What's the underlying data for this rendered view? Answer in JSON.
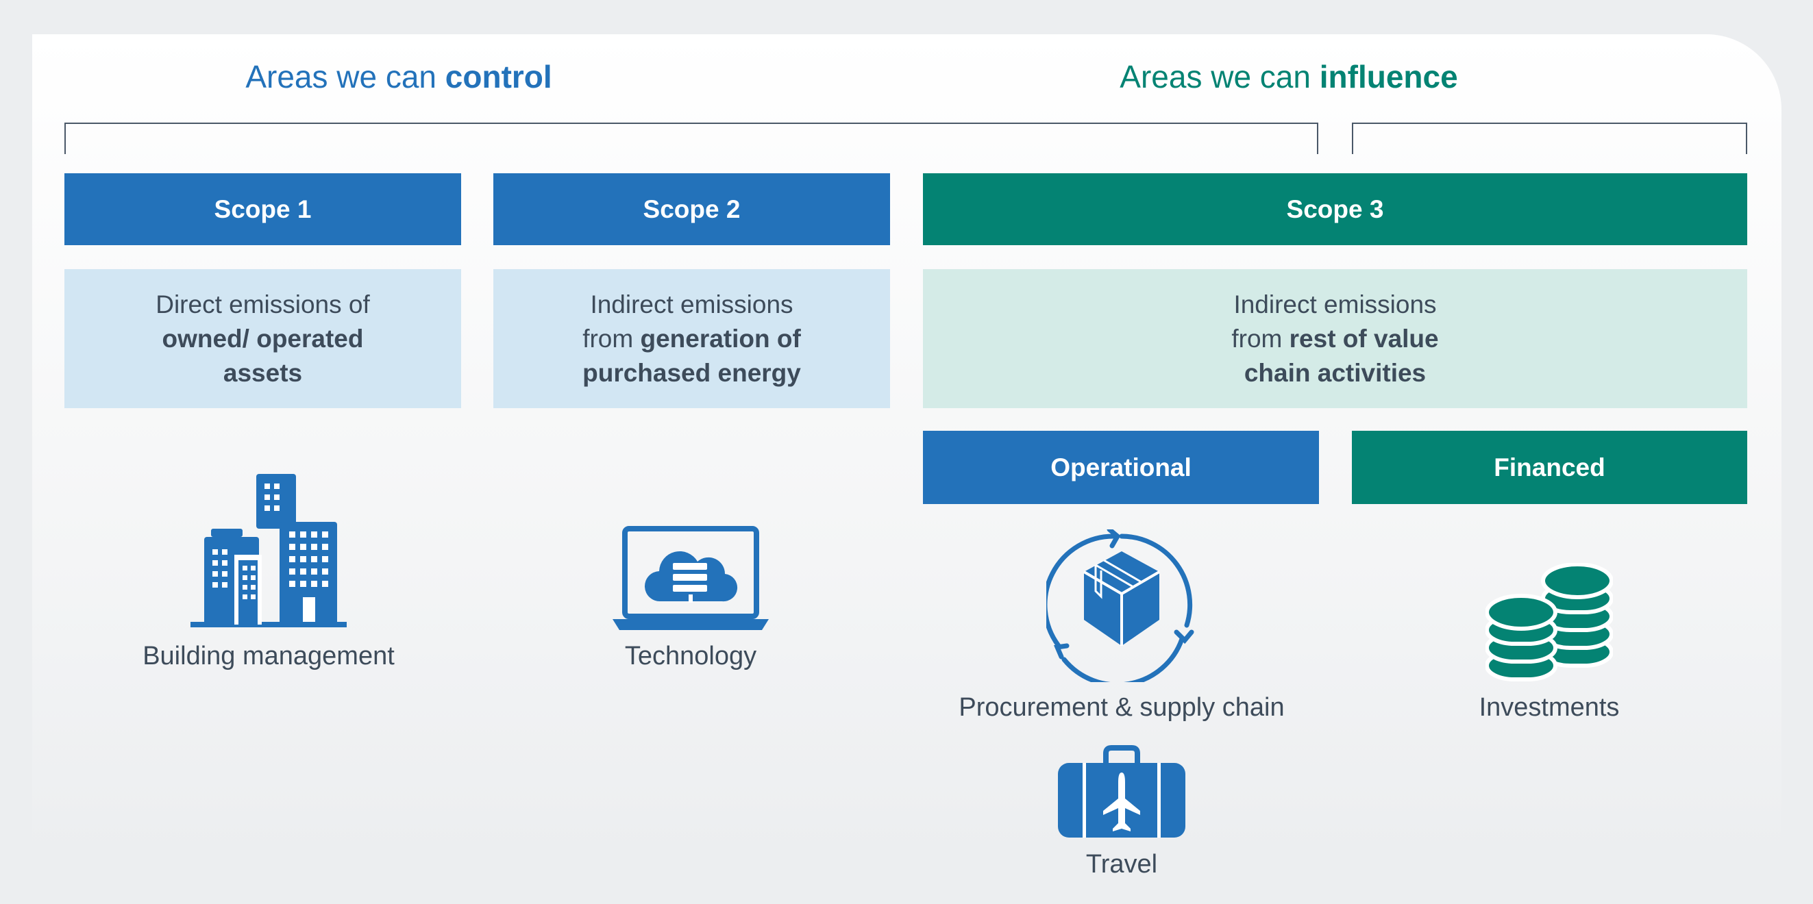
{
  "headers": {
    "control": {
      "prefix": "Areas we can ",
      "bold": "control"
    },
    "influence": {
      "prefix": "Areas we can ",
      "bold": "influence"
    }
  },
  "scopes": [
    {
      "title": "Scope 1",
      "desc_plain": "Direct emissions of ",
      "desc_bold": "owned/ operated assets"
    },
    {
      "title": "Scope 2",
      "desc_plain": "Indirect emissions from ",
      "desc_bold": "generation of purchased energy"
    },
    {
      "title": "Scope 3",
      "desc_plain": "Indirect emissions from ",
      "desc_bold": "rest of value chain activities"
    }
  ],
  "subcategories": {
    "operational": "Operational",
    "financed": "Financed"
  },
  "items": {
    "building": {
      "label": "Building management",
      "icon": "buildings-icon"
    },
    "technology": {
      "label": "Technology",
      "icon": "cloud-laptop-icon"
    },
    "procurement": {
      "label": "Procurement & supply chain",
      "icon": "box-cycle-icon"
    },
    "investments": {
      "label": "Investments",
      "icon": "coins-icon"
    },
    "travel": {
      "label": "Travel",
      "icon": "suitcase-plane-icon"
    }
  },
  "colors": {
    "blue": "#2372ba",
    "teal": "#048373",
    "light_blue": "#d2e6f3",
    "light_teal": "#d4ebe7",
    "text": "#3d4b5a"
  }
}
